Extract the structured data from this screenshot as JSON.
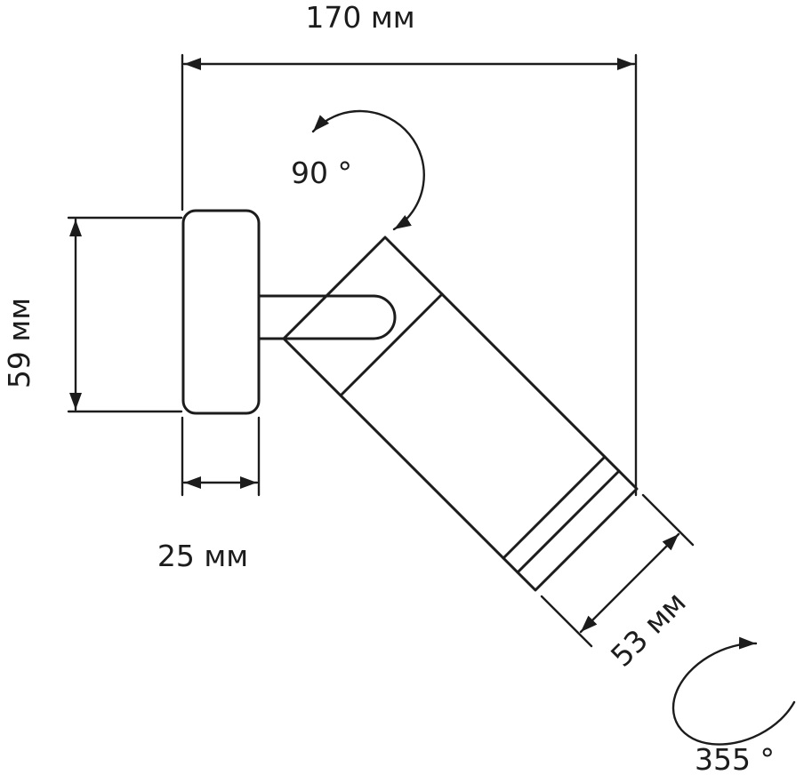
{
  "drawing": {
    "type": "technical-dimension-drawing",
    "subject": "wall-spotlight-side-view"
  },
  "colors": {
    "line": "#1c1c1c",
    "background": "#ffffff"
  },
  "labels": {
    "width": "170 мм",
    "height": "59 мм",
    "plate_width": "25 мм",
    "diameter": "53 мм",
    "rotation_head": "90 °",
    "rotation_axis": "355 °"
  }
}
